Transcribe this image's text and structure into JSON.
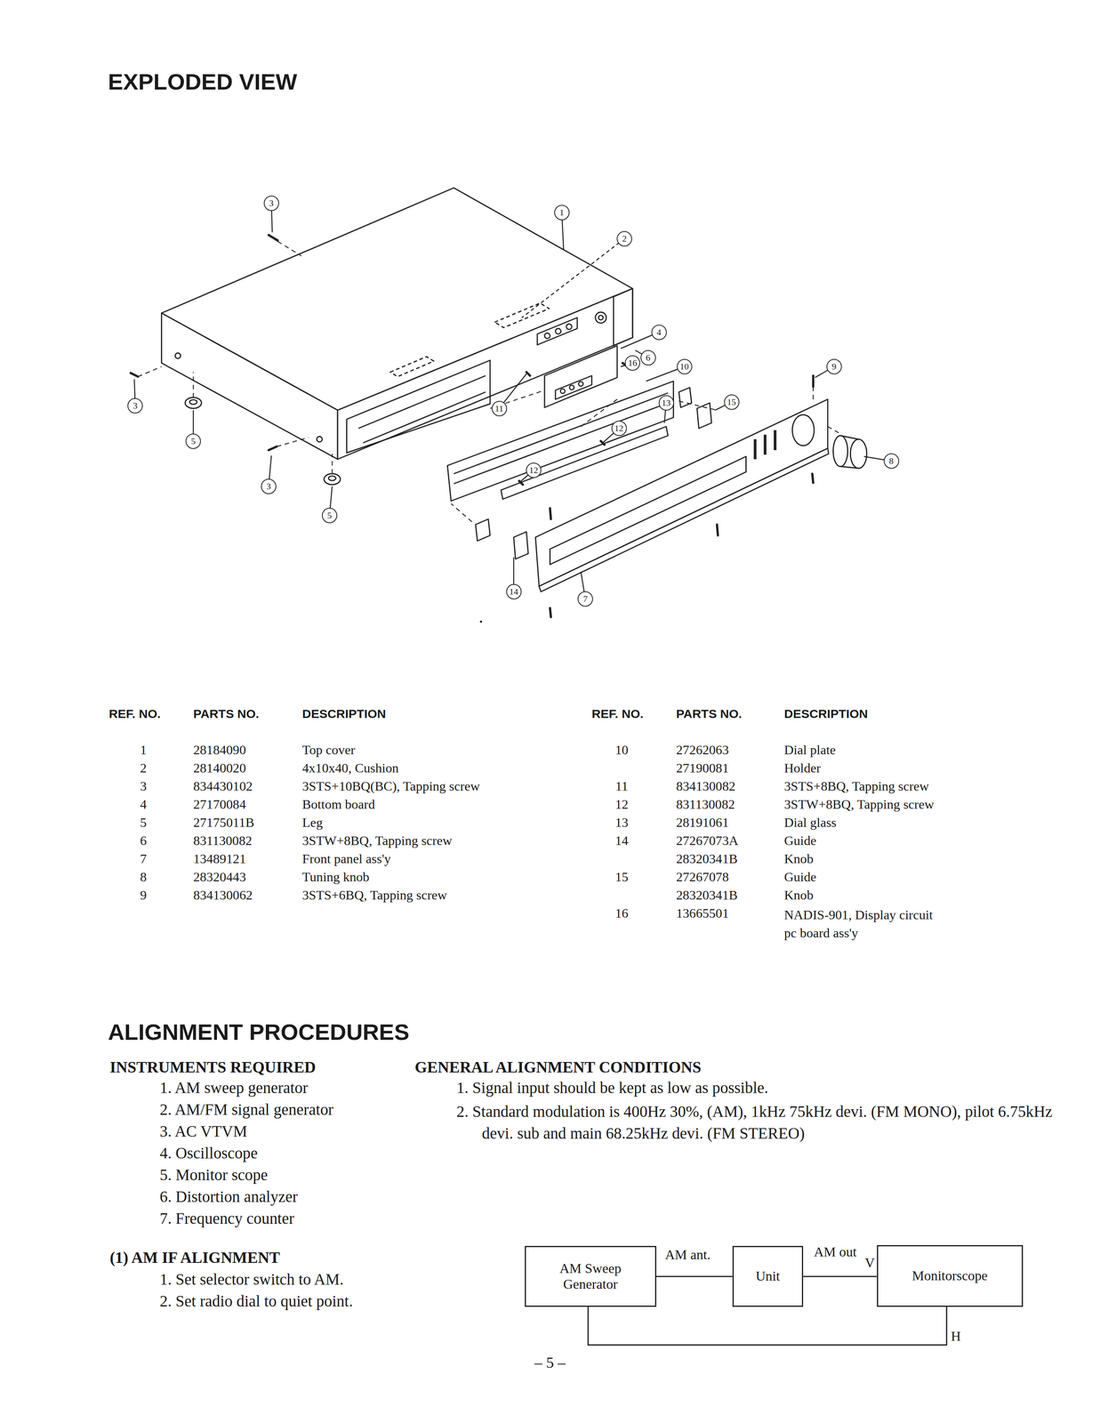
{
  "diagram": {
    "title": "EXPLODED VIEW",
    "nodes": [
      {
        "text": [
          "3"
        ]
      },
      {
        "text": [
          "1"
        ]
      },
      {
        "text": [
          "2"
        ]
      },
      {
        "text": [
          "4"
        ]
      },
      {
        "text": [
          "6"
        ]
      },
      {
        "text": [
          "16"
        ]
      },
      {
        "text": [
          "10"
        ]
      },
      {
        "text": [
          "9"
        ]
      },
      {
        "text": [
          "13"
        ]
      },
      {
        "text": [
          "15"
        ]
      },
      {
        "text": [
          "3"
        ]
      },
      {
        "text": [
          "11"
        ]
      },
      {
        "text": [
          "12"
        ]
      },
      {
        "text": [
          "5"
        ]
      },
      {
        "text": [
          "8"
        ]
      },
      {
        "text": [
          "12"
        ]
      },
      {
        "text": [
          "3"
        ]
      },
      {
        "text": [
          "5"
        ]
      },
      {
        "text": [
          "14"
        ]
      },
      {
        "text": [
          "7"
        ]
      },
      {
        "text": [
          "AM Sweep Generator"
        ]
      },
      {
        "text": [
          "Unit"
        ]
      },
      {
        "text": [
          "Monitorscope"
        ]
      }
    ],
    "edges": [
      {
        "from": 20,
        "to": 21,
        "label": "AM ant.",
        "arrow": "none"
      },
      {
        "from": 21,
        "to": 22,
        "label": "AM out",
        "arrow": "none"
      },
      {
        "from": 20,
        "to": 22,
        "label": "H",
        "arrow": "none"
      }
    ],
    "labels": [
      "REF. NO.",
      "PARTS NO.",
      "DESCRIPTION",
      "1",
      "28184090",
      "Top cover",
      "2",
      "28140020",
      "4x10x40, Cushion",
      "3",
      "834430102",
      "3STS+10BQ(BC), Tapping screw",
      "4",
      "27170084",
      "Bottom board",
      "5",
      "27175011B",
      "Leg",
      "6",
      "831130082",
      "3STW+8BQ, Tapping screw",
      "7",
      "13489121",
      "Front panel ass'y",
      "8",
      "28320443",
      "Tuning knob",
      "9",
      "834130062",
      "3STS+6BQ, Tapping screw",
      "REF. NO.",
      "PARTS NO.",
      "DESCRIPTION",
      "10",
      "27262063",
      "Dial plate",
      "27190081",
      "Holder",
      "11",
      "834130082",
      "3STS+8BQ, Tapping screw",
      "12",
      "831130082",
      "3STW+8BQ, Tapping screw",
      "13",
      "28191061",
      "Dial glass",
      "14",
      "27267073A",
      "Guide",
      "28320341B",
      "Knob",
      "15",
      "27267078",
      "Guide",
      "28320341B",
      "Knob",
      "16",
      "13665501",
      "NADIS-901, Display circuit pc board ass'y",
      "ALIGNMENT PROCEDURES",
      "INSTRUMENTS REQUIRED",
      "1. AM sweep generator",
      "2. AM/FM signal generator",
      "3. AC VTVM",
      "4. Oscilloscope",
      "5. Monitor scope",
      "6. Distortion analyzer",
      "7. Frequency counter",
      "GENERAL ALIGNMENT CONDITIONS",
      "1. Signal input should be kept as low as possible.",
      "2. Standard modulation is 400Hz 30%, (AM), 1kHz 75kHz devi. (FM MONO), pilot 6.75kHz devi. sub and main 68.25kHz devi. (FM STEREO)",
      "(1) AM IF ALIGNMENT",
      "1. Set selector switch to AM.",
      "2. Set radio dial to quiet point.",
      "V",
      "– 5 –"
    ]
  }
}
